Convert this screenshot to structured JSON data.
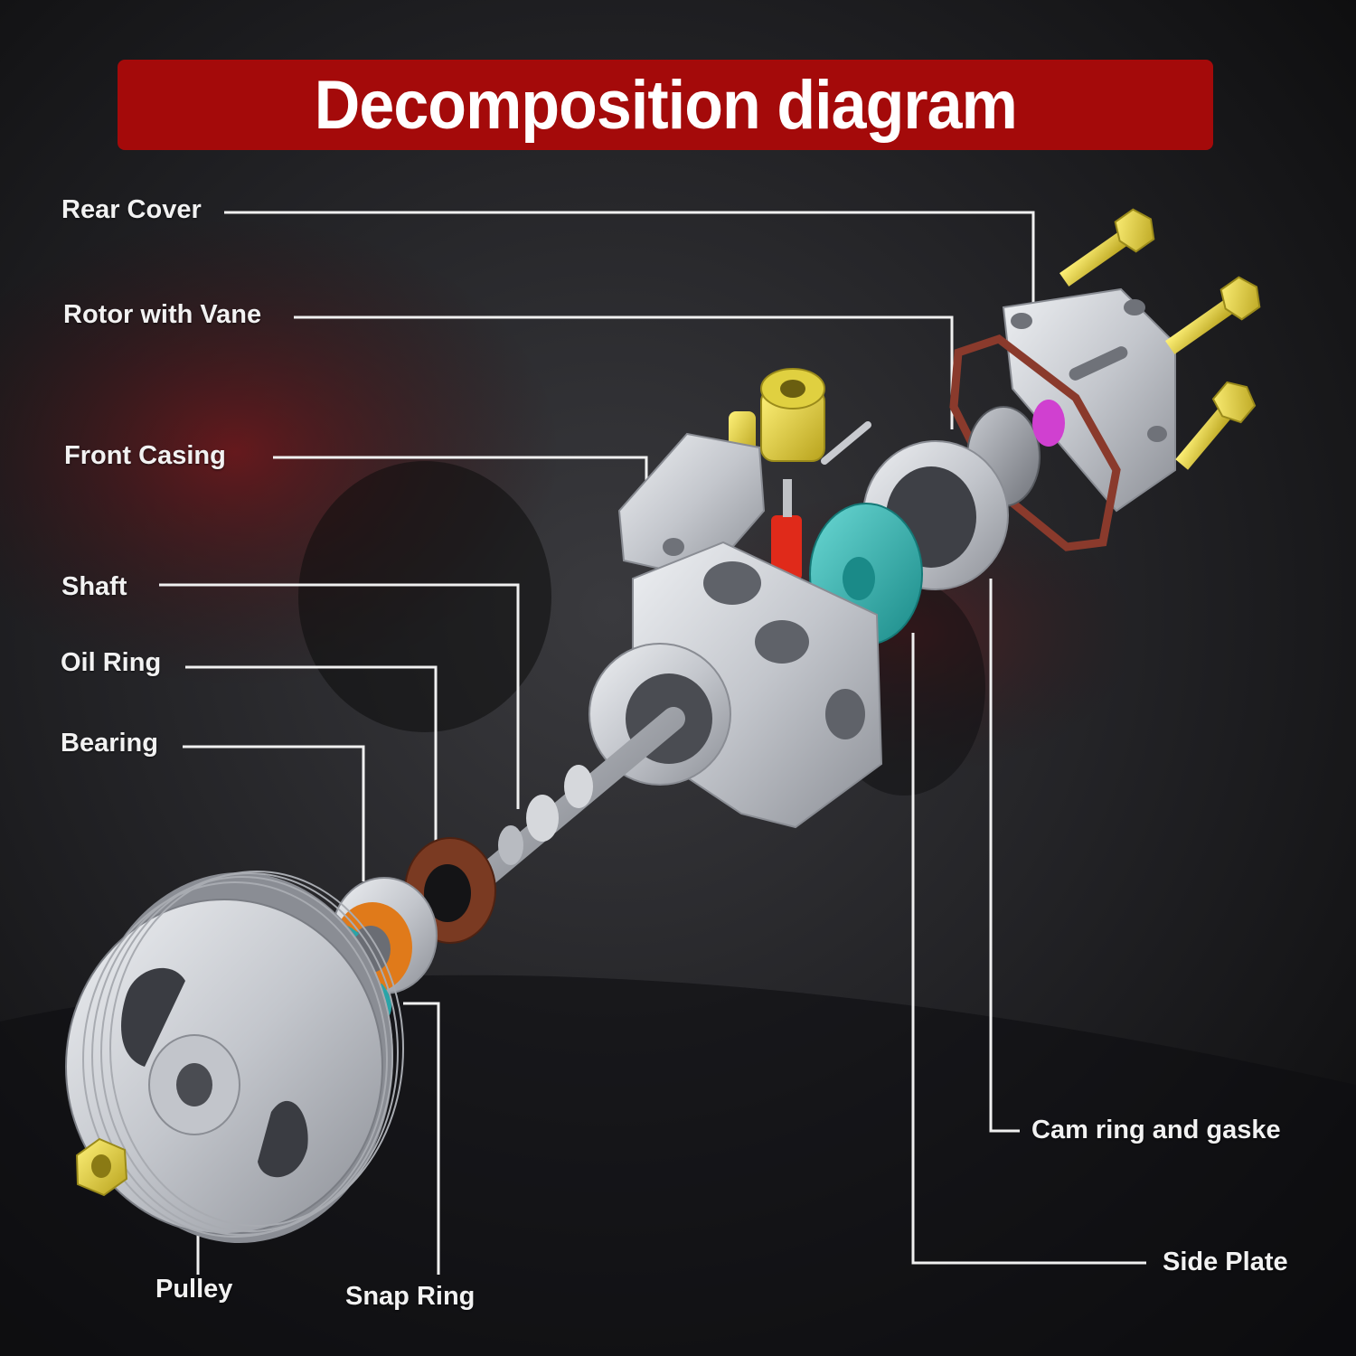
{
  "title": "Decomposition diagram",
  "colors": {
    "banner": "#a40a0a",
    "label_text": "#f2f2f2",
    "leader_line": "#f0f0f0",
    "aluminum": "#c9cbd0",
    "brass_bolt": "#e8d84a",
    "gasket": "#8a3a2c",
    "oil_ring": "#7a3a22",
    "side_plate": "#2fb8b4",
    "valve": "#e02a1a",
    "rotor_center": "#d040d0",
    "bearing_seal": "#e07a1a",
    "snap_ring": "#2aa4a8"
  },
  "labels": {
    "rear_cover": "Rear Cover",
    "rotor_with_vane": "Rotor with Vane",
    "front_casing": "Front Casing",
    "shaft": "Shaft",
    "oil_ring": "Oil Ring",
    "bearing": "Bearing",
    "pulley": "Pulley",
    "snap_ring": "Snap Ring",
    "cam_ring": "Cam ring and gaske",
    "side_plate": "Side Plate"
  }
}
